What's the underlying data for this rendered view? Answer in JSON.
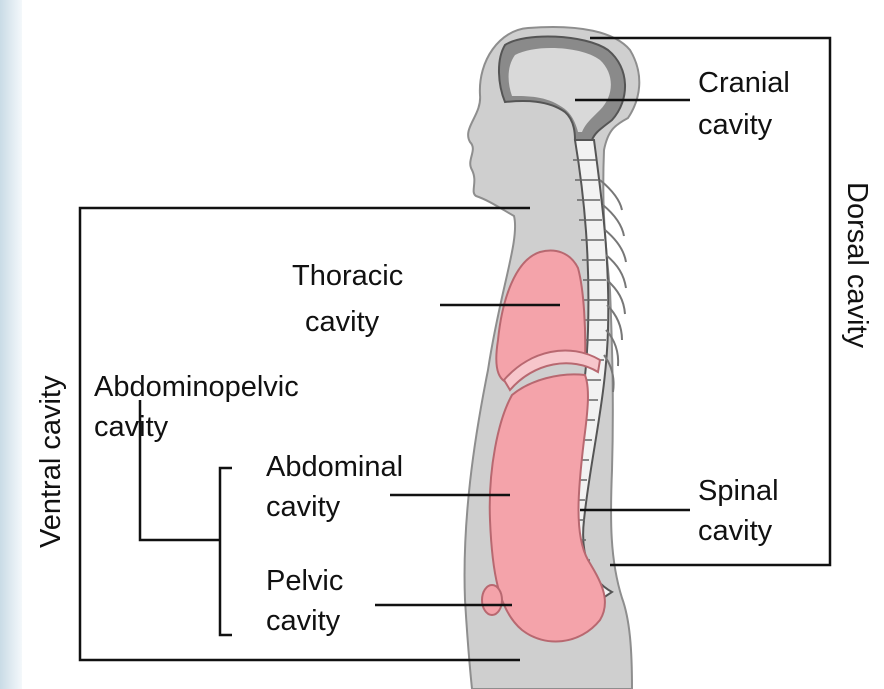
{
  "labels": {
    "cranial": [
      "Cranial",
      "cavity"
    ],
    "dorsal": "Dorsal cavity",
    "ventral": "Ventral cavity",
    "thoracic": [
      "Thoracic",
      "cavity"
    ],
    "abdominopelvic": [
      "Abdominopelvic",
      "cavity"
    ],
    "abdominal": [
      "Abdominal",
      "cavity"
    ],
    "spinal": [
      "Spinal",
      "cavity"
    ],
    "pelvic": [
      "Pelvic",
      "cavity"
    ]
  },
  "colors": {
    "body": "#cfcfcf",
    "cavity": "#f4a3aa",
    "cavity_dark": "#e07f87",
    "line": "#111111",
    "background_edge": "#dbe6ee"
  }
}
